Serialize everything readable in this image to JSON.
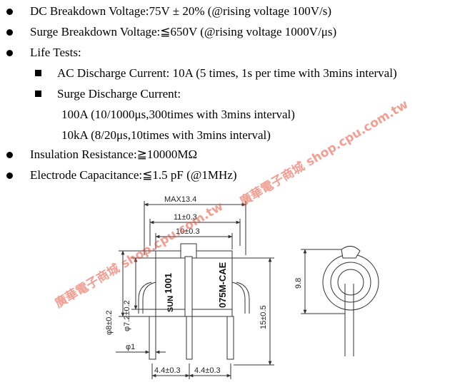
{
  "specs": {
    "dc_breakdown": "DC Breakdown Voltage:75V ± 20% (@rising voltage 100V/s)",
    "surge_breakdown": "Surge Breakdown Voltage:≦650V (@rising voltage 1000V/μs)",
    "life_tests": "Life Tests:",
    "ac_discharge": "AC Discharge Current: 10A (5 times, 1s per time with 3mins interval)",
    "surge_discharge": "Surge Discharge Current:",
    "surge_line_1": "100A (10/1000μs,300times with 3mins interval)",
    "surge_line_2": "10kA (8/20μs,10times with 3mins interval)",
    "insulation": "Insulation Resistance:≧10000MΩ",
    "capacitance": "Electrode Capacitance:≦1.5 pF (@1MHz)"
  },
  "drawing": {
    "max_width": "MAX13.4",
    "body_width": "11±0.3",
    "inner_width": "10±0.3",
    "outer_dia": "φ8±0.2",
    "inner_dia": "φ7.2±0.2",
    "lead_dia": "φ1",
    "lead_length": "15±0.5",
    "pitch_left": "4.4±0.3",
    "pitch_right": "4.4±0.3",
    "side_height": "9.8",
    "part_number": "075M-CAE",
    "logo_text": "SUN",
    "code_text": "1001"
  },
  "watermark": {
    "line_1": "廣華電子商城 shop.cpu.com.tw",
    "line_2": "廣華電子商城 shop.cpu.com.tw"
  }
}
